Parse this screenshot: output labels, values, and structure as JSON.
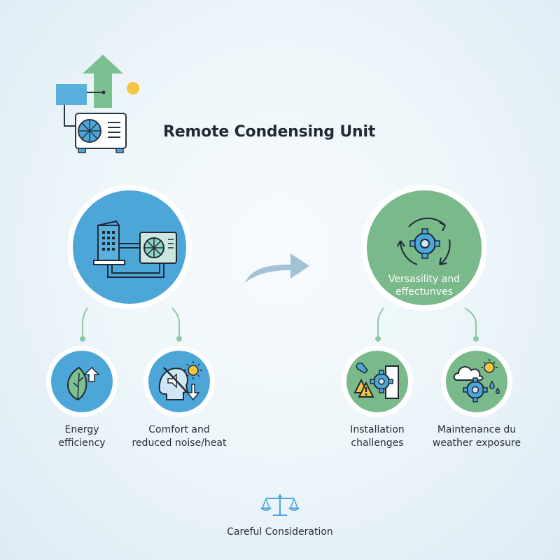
{
  "title": "Remote Condensing Unit",
  "left_branch": {
    "children": [
      {
        "label_line1": "Energy",
        "label_line2": "efficiency",
        "icon": "leaf-arrow-up-icon"
      },
      {
        "label_line1": "Comfort and",
        "label_line2": "reduced noise/heat",
        "icon": "noise-heat-icon"
      }
    ],
    "icon": "building-condenser-icon"
  },
  "right_branch": {
    "line1": "Versasility and",
    "line2": "effectunves",
    "icon": "cycle-gear-icon",
    "children": [
      {
        "label_line1": "Installation",
        "label_line2": "challenges",
        "icon": "warning-gear-icon"
      },
      {
        "label_line1": "Maintenance du",
        "label_line2": "weather exposure",
        "icon": "weather-gear-icon"
      }
    ]
  },
  "footer": {
    "label": "Careful Consideration",
    "icon": "balance-scale-icon"
  },
  "colors": {
    "blue": "#4ca6d8",
    "green": "#79b98a",
    "connector": "#8fc9a3"
  }
}
